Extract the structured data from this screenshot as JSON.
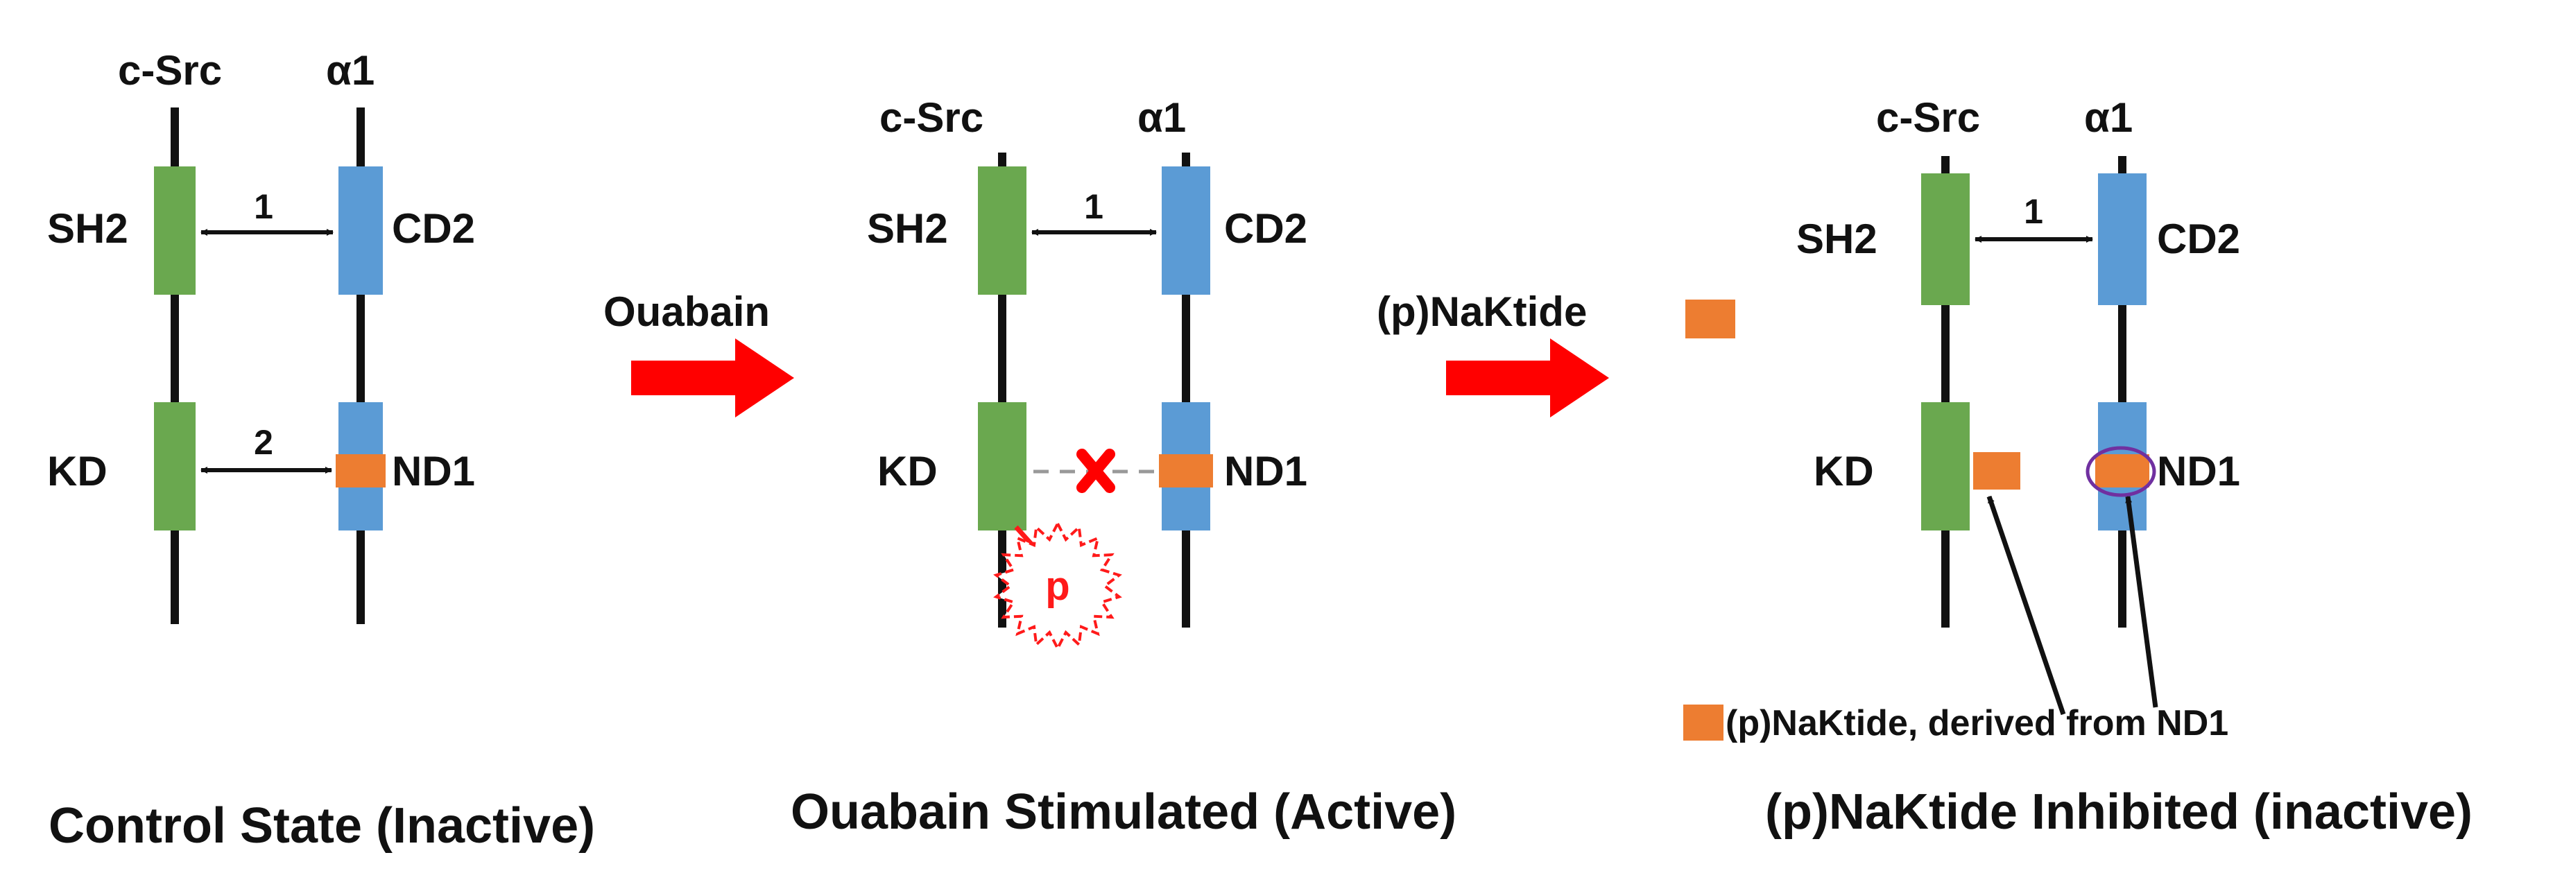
{
  "colors": {
    "green_domain": "#6aa84f",
    "blue_domain": "#5b9bd5",
    "orange_peptide": "#ed7d31",
    "red_arrow": "#ff0000",
    "phospho": "#ff1a1a",
    "oval": "#7030a0"
  },
  "labels": {
    "csrc": "c-Src",
    "alpha1": "α1",
    "sh2": "SH2",
    "cd2": "CD2",
    "kd": "KD",
    "nd1": "ND1",
    "interaction_1": "1",
    "interaction_2": "2",
    "phospho": "p"
  },
  "panels": {
    "control_caption": "Control State (Inactive)",
    "ouabain_caption": "Ouabain Stimulated (Active)",
    "naktide_caption": "(p)NaKtide Inhibited (inactive)"
  },
  "transitions": {
    "ouabain": "Ouabain",
    "naktide": "(p)NaKtide"
  },
  "legend": {
    "text": "(p)NaKtide, derived from ND1"
  },
  "icons": {
    "blocked": "cross-icon",
    "phosphorylation": "starburst-icon"
  }
}
